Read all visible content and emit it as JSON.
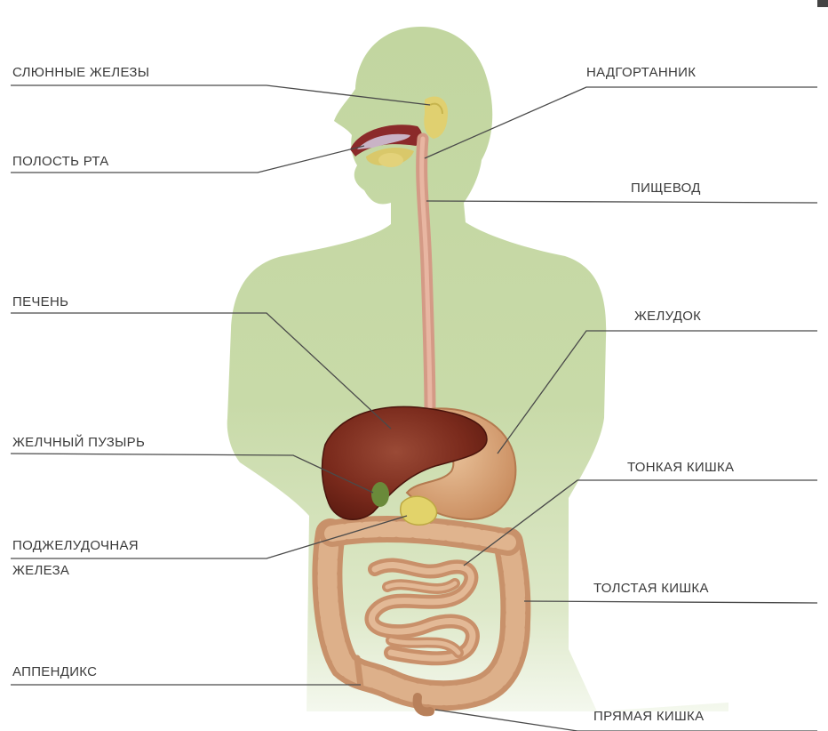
{
  "labels": {
    "salivary_glands": "СЛЮННЫЕ ЖЕЛЕЗЫ",
    "oral_cavity": "ПОЛОСТЬ РТА",
    "liver": "ПЕЧЕНЬ",
    "gallbladder": "ЖЕЛЧНЫЙ ПУЗЫРЬ",
    "pancreas_line1": "ПОДЖЕЛУДОЧНАЯ",
    "pancreas_line2": "ЖЕЛЕЗА",
    "appendix": "АППЕНДИКС",
    "epiglottis": "НАДГОРТАННИК",
    "esophagus": "ПИЩЕВОД",
    "stomach": "ЖЕЛУДОК",
    "small_intestine": "ТОНКАЯ КИШКА",
    "large_intestine": "ТОЛСТАЯ КИШКА",
    "rectum": "ПРЯМАЯ КИШКА"
  },
  "colors": {
    "body": "#c5d8a4",
    "liver": "#7a2a1c",
    "digestive_tract": "#d9a57a",
    "pancreas": "#e2d36a",
    "leader_line": "#4a4a4a"
  }
}
